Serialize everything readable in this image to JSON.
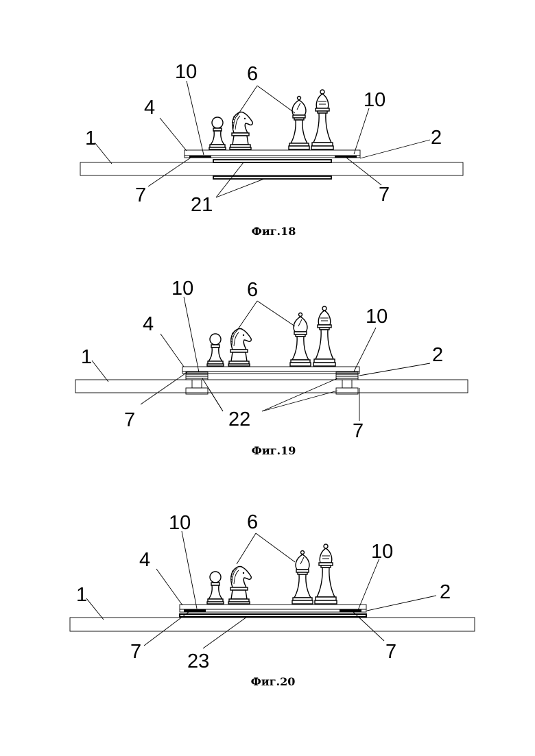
{
  "figures": [
    {
      "caption": "Фиг.18",
      "refs": {
        "board": "1",
        "plate": "2",
        "frame": "4",
        "pieces": "6",
        "magnet_l": "7",
        "magnet_r": "7",
        "ring_l": "10",
        "ring_r": "10",
        "part": "21"
      }
    },
    {
      "caption": "Фиг.19",
      "refs": {
        "board": "1",
        "plate": "2",
        "frame": "4",
        "pieces": "6",
        "magnet_l": "7",
        "magnet_r": "7",
        "ring_l": "10",
        "ring_r": "10",
        "part": "22"
      }
    },
    {
      "caption": "Фиг.20",
      "refs": {
        "board": "1",
        "plate": "2",
        "frame": "4",
        "pieces": "6",
        "magnet_l": "7",
        "magnet_r": "7",
        "ring_l": "10",
        "ring_r": "10",
        "part": "23"
      }
    }
  ]
}
